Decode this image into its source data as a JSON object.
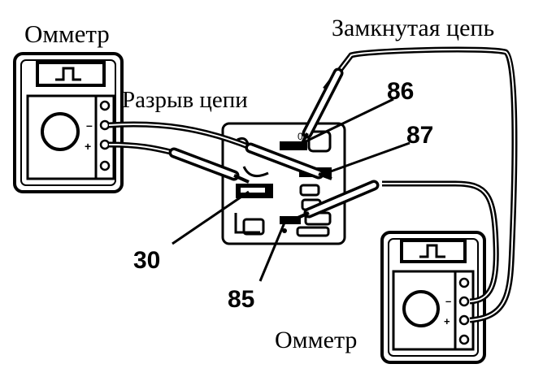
{
  "labels": {
    "ohmmeter_left": "Омметр",
    "ohmmeter_right": "Омметр",
    "open_circuit": "Разрыв цепи",
    "closed_circuit": "Замкнутая цепь"
  },
  "terminals": {
    "t86": "86",
    "t87": "87",
    "t30": "30",
    "t85": "85"
  },
  "meter_signs": {
    "minus": "–",
    "plus": "+"
  },
  "colors": {
    "ink": "#000000",
    "paper": "#ffffff"
  }
}
